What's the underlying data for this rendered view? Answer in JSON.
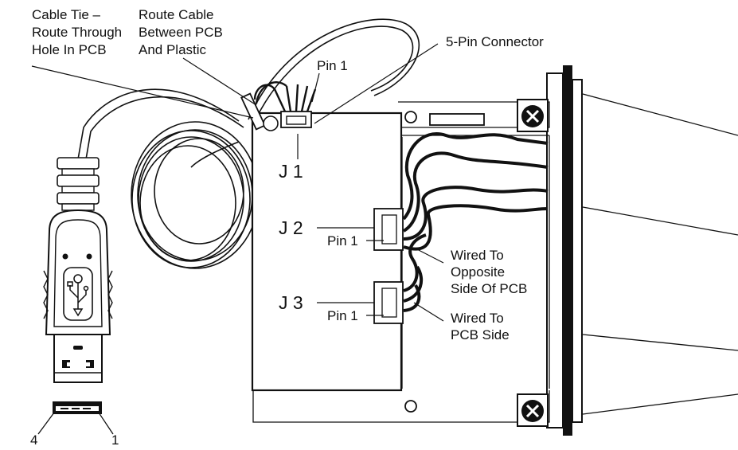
{
  "labels": {
    "cable_tie": [
      "Cable Tie –",
      "Route Through",
      "Hole In PCB"
    ],
    "route_cable": [
      "Route Cable",
      "Between PCB",
      "And Plastic"
    ],
    "five_pin": "5-Pin Connector",
    "pin1_top": "Pin 1",
    "j1": "J 1",
    "j2": "J 2",
    "j3": "J 3",
    "pin1_j2": "Pin 1",
    "pin1_j3": "Pin 1",
    "wired_opposite": [
      "Wired To",
      "Opposite",
      "Side Of PCB"
    ],
    "wired_pcb": [
      "Wired To",
      "PCB Side"
    ],
    "pin_4": "4",
    "pin_1_usb": "1"
  },
  "colors": {
    "ink": "#111111",
    "paper": "#ffffff"
  },
  "icons": [
    "usb-icon",
    "screw-icon"
  ]
}
